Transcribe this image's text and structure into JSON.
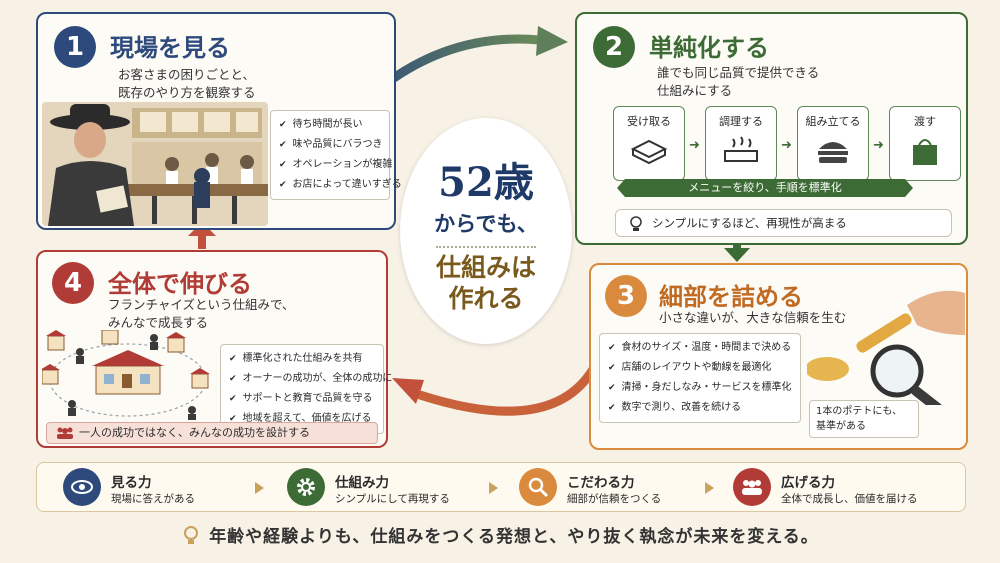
{
  "center": {
    "line1": "52歳",
    "line2": "からでも、",
    "line3": "仕組みは",
    "line4": "作れる"
  },
  "card1": {
    "number": "1",
    "title": "現場を見る",
    "sub1": "お客さまの困りごとと、",
    "sub2": "既存のやり方を観察する",
    "items": [
      "待ち時間が長い",
      "味や品質にバラつき",
      "オペレーションが複雑",
      "お店によって違いすぎる"
    ]
  },
  "card2": {
    "number": "2",
    "title": "単純化する",
    "sub1": "誰でも同じ品質で提供できる",
    "sub2": "仕組みにする",
    "steps": [
      "受け取る",
      "調理する",
      "組み立てる",
      "渡す"
    ],
    "band": "メニューを絞り、手順を標準化",
    "tip": "シンプルにするほど、再現性が高まる"
  },
  "card3": {
    "number": "3",
    "title": "細部を詰める",
    "sub": "小さな違いが、大きな信頼を生む",
    "items": [
      "食材のサイズ・温度・時間まで決める",
      "店舗のレイアウトや動線を最適化",
      "清掃・身だしなみ・サービスを標準化",
      "数字で測り、改善を続ける"
    ],
    "note1": "1本のポテトにも、",
    "note2": "基準がある"
  },
  "card4": {
    "number": "4",
    "title": "全体で伸びる",
    "sub1": "フランチャイズという仕組みで、",
    "sub2": "みんなで成長する",
    "items": [
      "標準化された仕組みを共有",
      "オーナーの成功が、全体の成功に",
      "サポートと教育で品質を守る",
      "地域を超えて、価値を広げる"
    ],
    "banner": "一人の成功ではなく、みんなの成功を設計する"
  },
  "bottom": [
    {
      "title": "見る力",
      "desc": "現場に答えがある",
      "color": "#2e4a7d",
      "icon": "eye-icon"
    },
    {
      "title": "仕組み力",
      "desc": "シンプルにして再現する",
      "color": "#3d6b35",
      "icon": "gear-icon"
    },
    {
      "title": "こだわる力",
      "desc": "細部が信頼をつくる",
      "color": "#d98a3c",
      "icon": "magnifier-icon"
    },
    {
      "title": "広げる力",
      "desc": "全体で成長し、価値を届ける",
      "color": "#b13b36",
      "icon": "people-icon"
    }
  ],
  "footer": "年齢や経験よりも、仕組みをつくる発想と、やり抜く執念が未来を変える。",
  "colors": {
    "blue": "#2e4a7d",
    "green": "#3d6b35",
    "orange": "#d98a3c",
    "red": "#b13b36"
  }
}
